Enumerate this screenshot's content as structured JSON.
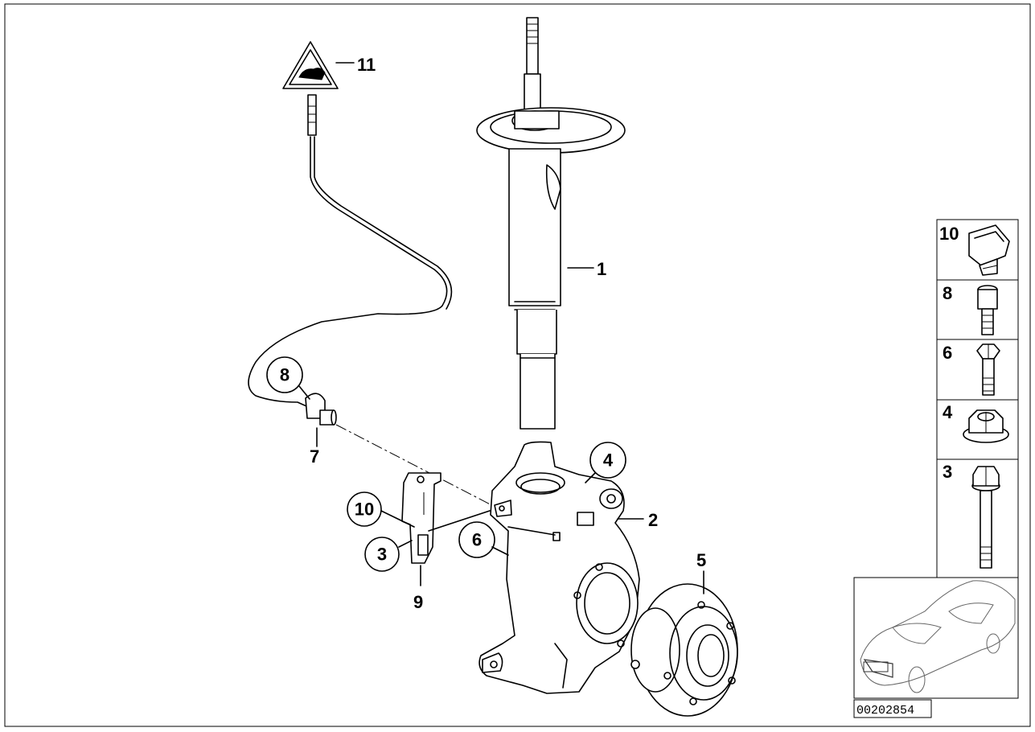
{
  "parts": [
    {
      "id": "1",
      "label": "1"
    },
    {
      "id": "2",
      "label": "2"
    },
    {
      "id": "3",
      "label": "3"
    },
    {
      "id": "4",
      "label": "4"
    },
    {
      "id": "5",
      "label": "5"
    },
    {
      "id": "6",
      "label": "6"
    },
    {
      "id": "7",
      "label": "7"
    },
    {
      "id": "8",
      "label": "8"
    },
    {
      "id": "9",
      "label": "9"
    },
    {
      "id": "10",
      "label": "10"
    },
    {
      "id": "11",
      "label": "11"
    }
  ],
  "sidebar": {
    "items": [
      {
        "label": "10",
        "icon": "clip-nut-icon"
      },
      {
        "label": "8",
        "icon": "socket-bolt-icon"
      },
      {
        "label": "6",
        "icon": "hex-bolt-short-icon"
      },
      {
        "label": "4",
        "icon": "flange-nut-icon"
      },
      {
        "label": "3",
        "icon": "hex-bolt-long-icon"
      }
    ]
  },
  "thumbnail": {
    "icon": "car-thumbnail-icon"
  },
  "diagram_id": "00202854",
  "warning_symbol": "⚠"
}
